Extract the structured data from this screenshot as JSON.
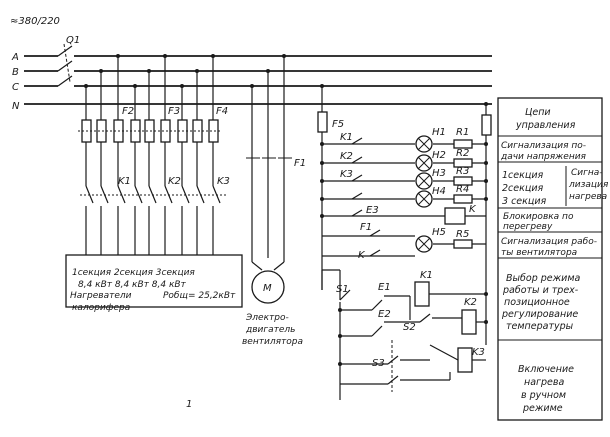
{
  "supply": {
    "voltage": "≈380/220",
    "switch": "Q1"
  },
  "buses": [
    "A",
    "B",
    "C",
    "N"
  ],
  "fuses": {
    "f2": "F2",
    "f3": "F3",
    "f4": "F4",
    "f5": "F5"
  },
  "contactors": {
    "k1": "K1",
    "k2": "K2",
    "k3": "K3"
  },
  "heaters": {
    "line1": "1секция  2секция 3секция",
    "line2": "8,4 кВт      8,4 кВт     8,4 кВт",
    "line3a": "Нагреватели",
    "line3b": "Pобщ= 25,2кВт",
    "line4": "калорифера"
  },
  "motor": {
    "symbol": "M",
    "relay": "F1",
    "caption": [
      "Электро-",
      "двигатель",
      "вентилятора"
    ]
  },
  "control": {
    "lamps": [
      "H1",
      "H2",
      "H3",
      "H4",
      "H5"
    ],
    "resistors": [
      "R1",
      "R2",
      "R3",
      "R4",
      "R5"
    ],
    "rows": [
      "K1",
      "K2",
      "K3",
      "E3",
      "F1",
      "K"
    ],
    "coil_k": "K",
    "switches": {
      "s1": "S1",
      "s2": "S2",
      "s3": "S3"
    },
    "sensors": {
      "e1": "E1",
      "e2": "E2"
    },
    "coils": {
      "k1": "K1",
      "k2": "K2",
      "k3": "K3"
    }
  },
  "legend": {
    "circuits": [
      "Цепи",
      "управления"
    ],
    "voltage_signal": [
      "Сигнализация по-",
      "дачи напряжения"
    ],
    "sections": [
      "1секция",
      "2секция",
      "3 секция"
    ],
    "sections_side": [
      "Сигна-",
      "лизация",
      "нагрева"
    ],
    "overheat": [
      "Блокировка по",
      "перегреву"
    ],
    "fan_signal": [
      "Сигнализация рабо-",
      "ты вентилятора"
    ],
    "mode": [
      "Выбор режима",
      "работы и трех-",
      "позиционное",
      "регулирование",
      "температуры"
    ],
    "manual": [
      "Включение",
      "нагрева",
      "в ручном",
      "режиме"
    ]
  },
  "figure_number": "1"
}
